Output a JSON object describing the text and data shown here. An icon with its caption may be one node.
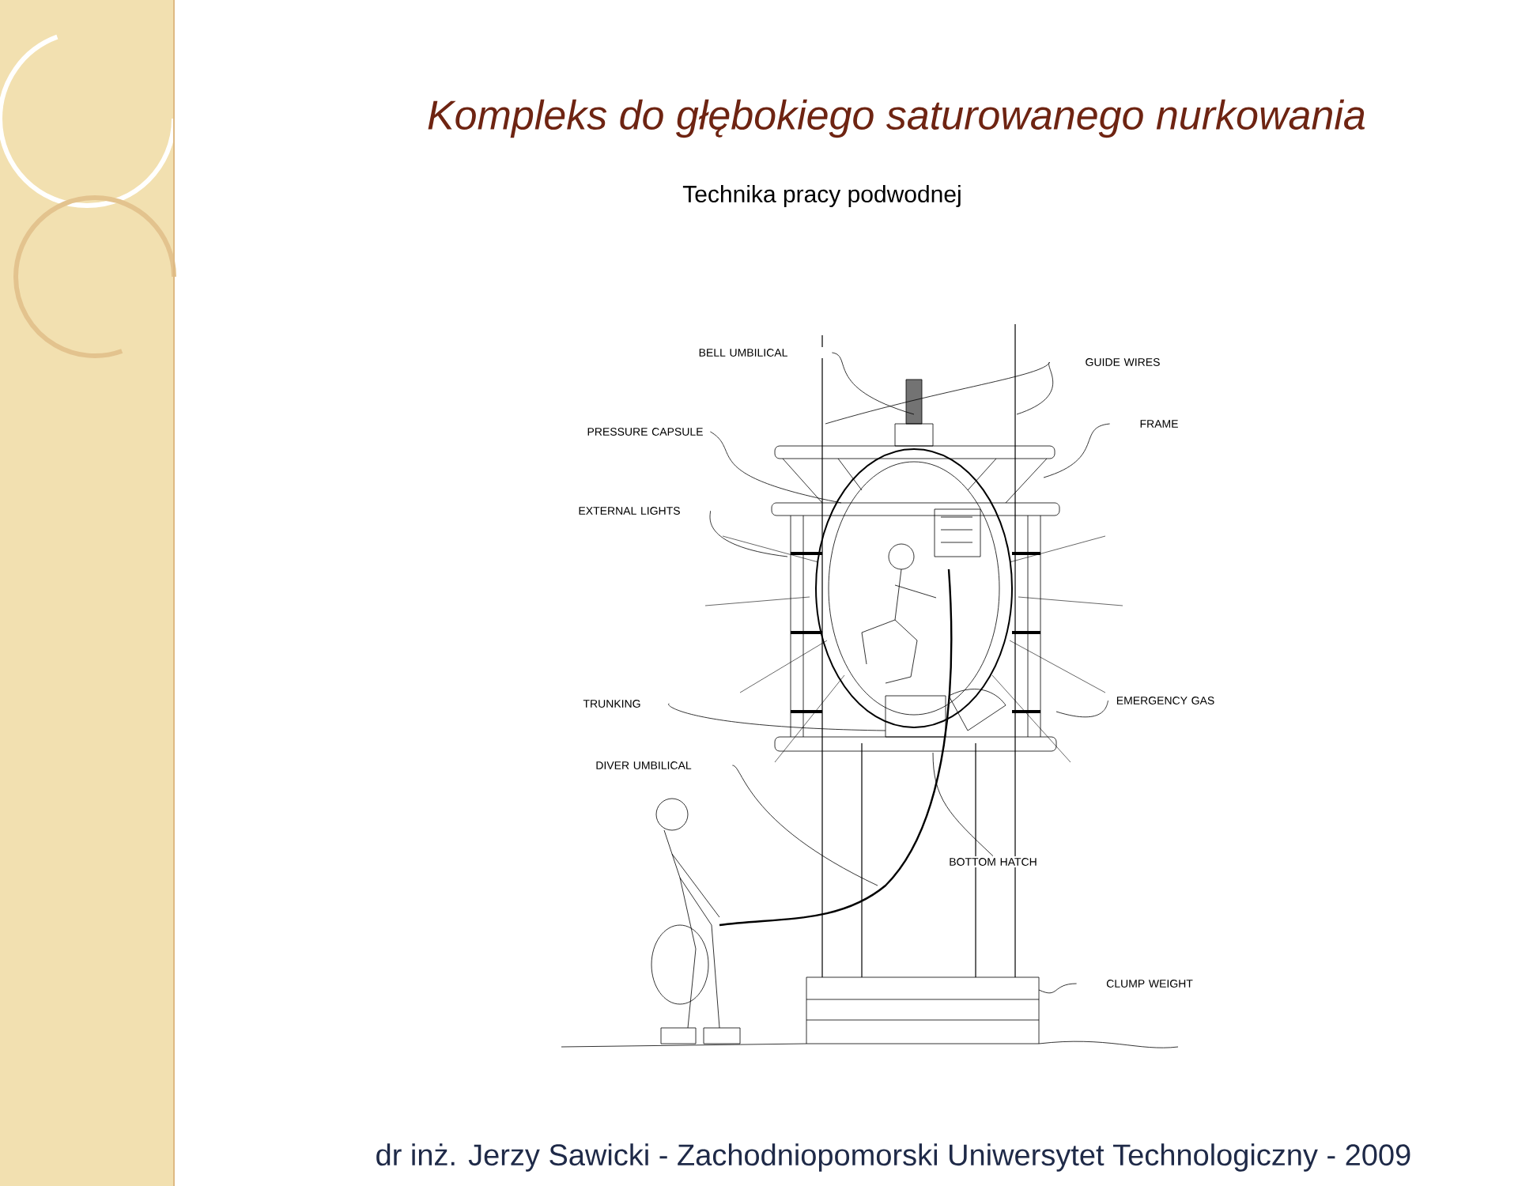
{
  "diagram": {
    "title": "Kompleks do głębokiego saturowanego nurkowania",
    "caption": "dr inż. Jerzy Sawicki - Zachodniopomorski Uniwersytet Technologiczny - 2009",
    "nodes": [
      {
        "text": [
          "BELL UMBILICAL"
        ]
      },
      {
        "text": [
          "GUIDE WIRES"
        ]
      },
      {
        "text": [
          "PRESSURE CAPSULE"
        ]
      },
      {
        "text": [
          "FRAME"
        ]
      },
      {
        "text": [
          "EXTERNAL LIGHTS"
        ]
      },
      {
        "text": [
          "TRUNKING"
        ]
      },
      {
        "text": [
          "EMERGENCY GAS"
        ]
      },
      {
        "text": [
          "DIVER UMBILICAL"
        ]
      },
      {
        "text": [
          "BOTTOM HATCH"
        ]
      },
      {
        "text": [
          "CLUMP WEIGHT"
        ]
      }
    ],
    "edges": [
      {
        "from": 0,
        "to": null,
        "arrow": "none"
      },
      {
        "from": 1,
        "to": null,
        "arrow": "none"
      },
      {
        "from": 1,
        "to": null,
        "arrow": "none"
      },
      {
        "from": 2,
        "to": null,
        "arrow": "none"
      },
      {
        "from": 3,
        "to": null,
        "arrow": "none"
      },
      {
        "from": 4,
        "to": null,
        "arrow": "none"
      },
      {
        "from": 5,
        "to": null,
        "arrow": "none"
      },
      {
        "from": 6,
        "to": null,
        "arrow": "none"
      },
      {
        "from": 7,
        "to": null,
        "arrow": "none"
      },
      {
        "from": 8,
        "to": null,
        "arrow": "none"
      },
      {
        "from": 9,
        "to": null,
        "arrow": "none"
      }
    ],
    "labels": [
      "Technika pracy podwodnej"
    ]
  }
}
